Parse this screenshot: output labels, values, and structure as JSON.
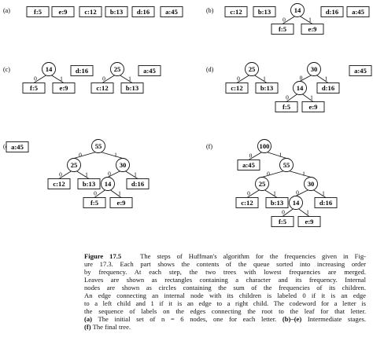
{
  "figure": {
    "panels": [
      {
        "id": "a",
        "label": "(a)"
      },
      {
        "id": "b",
        "label": "(b)"
      },
      {
        "id": "c",
        "label": "(c)"
      },
      {
        "id": "d",
        "label": "(d)"
      },
      {
        "id": "e",
        "label": "(e)"
      },
      {
        "id": "f",
        "label": "(f)"
      }
    ]
  },
  "caption": {
    "head": "Figure 17.5",
    "lines": [
      "The steps of Huffman's algorithm for the frequencies given in Fig-",
      "ure 17.3. Each part shows the contents of the queue sorted into increasing order",
      "by frequency. At each step, the two trees with lowest frequencies are merged.",
      "Leaves are shown as rectangles containing a character and its frequency. Internal",
      "nodes are shown as circles containing the sum of the frequencies of its children.",
      "An edge connecting an internal node with its children is labeled 0 if it is an edge",
      "to a left child and 1 if it is an edge to a right child. The codeword for a letter is",
      "the sequence of labels on the edges connecting the root to the leaf for that letter."
    ],
    "a_label": "(a)",
    "a_text": "The initial set of n = 6 nodes, one for each letter.",
    "be_label": "(b)–(e)",
    "be_text": "Intermediate stages.",
    "f_label": "(f)",
    "f_text": "The final tree."
  }
}
